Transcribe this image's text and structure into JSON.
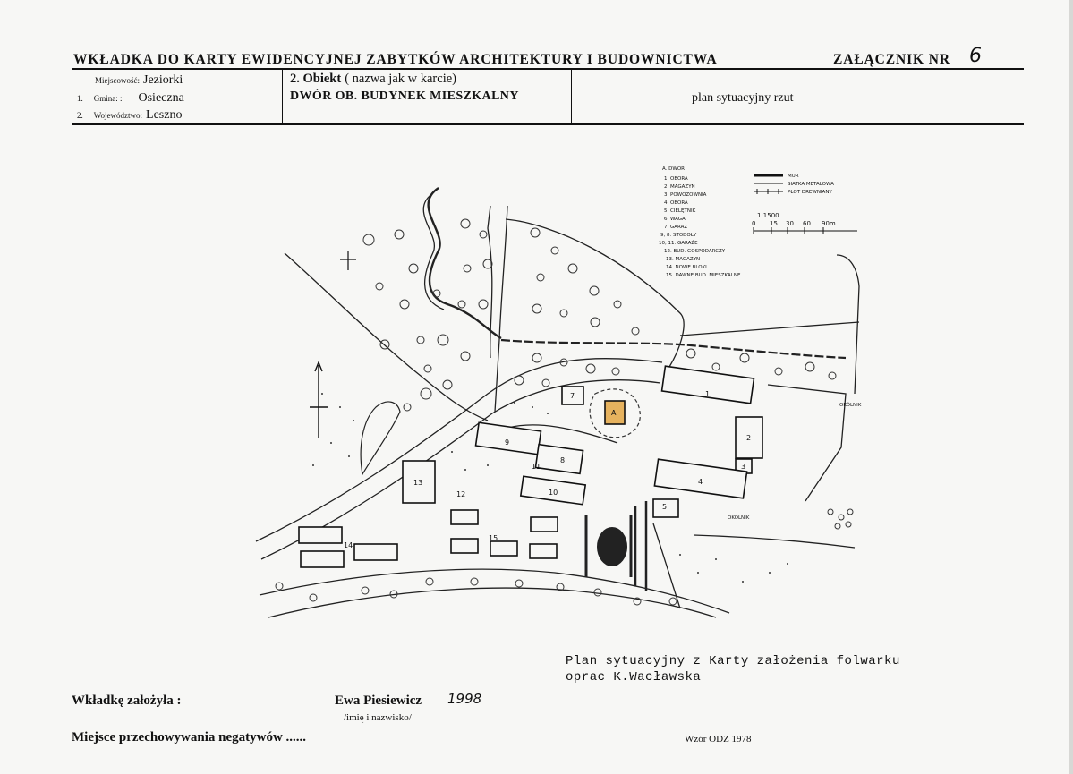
{
  "header": {
    "title": "WKŁADKA DO KARTY EWIDENCYJNEJ ZABYTKÓW ARCHITEKTURY I BUDOWNICTWA",
    "annex_label": "ZAŁĄCZNIK NR",
    "annex_number": "6"
  },
  "location": {
    "miejscowosc_label": "Miejscowość:",
    "miejscowosc_value": "Jeziorki",
    "gmina_num": "1.",
    "gmina_label": "Gmina: :",
    "gmina_value": "Osieczna",
    "woj_num": "2.",
    "woj_label": "Województwo:",
    "woj_value": "Leszno"
  },
  "object": {
    "label_prefix": "2. Obiekt",
    "label_note": "( nazwa jak w karcie)",
    "name": "DWÓR OB.  BUDYNEK MIESZKALNY"
  },
  "plan_type": "plan sytuacyjny rzut",
  "map": {
    "legend_items": [
      "A. DWÓR",
      "1. OBORA",
      "2. MAGAZYN",
      "3. POWOZOWNIA",
      "4. OBORA",
      "5. CIELĘTNIK",
      "6. WAGA",
      "7. GARAŻ",
      "9, 8. STODOŁY",
      "10, 11. GARAŻE",
      "12. BUD. GOSPODARCZY",
      "13. MAGAZYN",
      "14. NOWE BLOKI",
      "15. DAWNE BUD. MIESZKALNE"
    ],
    "line_legend": [
      "MUR",
      "SIATKA METALOWA",
      "PŁOT DREWNIANY"
    ],
    "scale": "1:1500",
    "scale_ticks": [
      "0",
      "15",
      "30",
      "60",
      "90m"
    ],
    "field_label_1": "OKÓLNIK",
    "field_label_2": "OKÓLNIK",
    "building_labels": [
      "1",
      "2",
      "3",
      "4",
      "5",
      "7",
      "8",
      "9",
      "10",
      "11",
      "12",
      "13",
      "14",
      "15",
      "A"
    ]
  },
  "caption": {
    "line1": "Plan sytuacyjny z Karty założenia folwarku",
    "line2": "oprac K.Wacławska"
  },
  "footer": {
    "zalozyla_label": "Wkładkę założyła :",
    "author": "Ewa Piesiewicz",
    "year": "1998",
    "author_hint": "/imię i nazwisko/",
    "negatives_label": "Miejsce przechowywania negatywów ......",
    "pattern": "Wzór  ODZ 1978"
  }
}
